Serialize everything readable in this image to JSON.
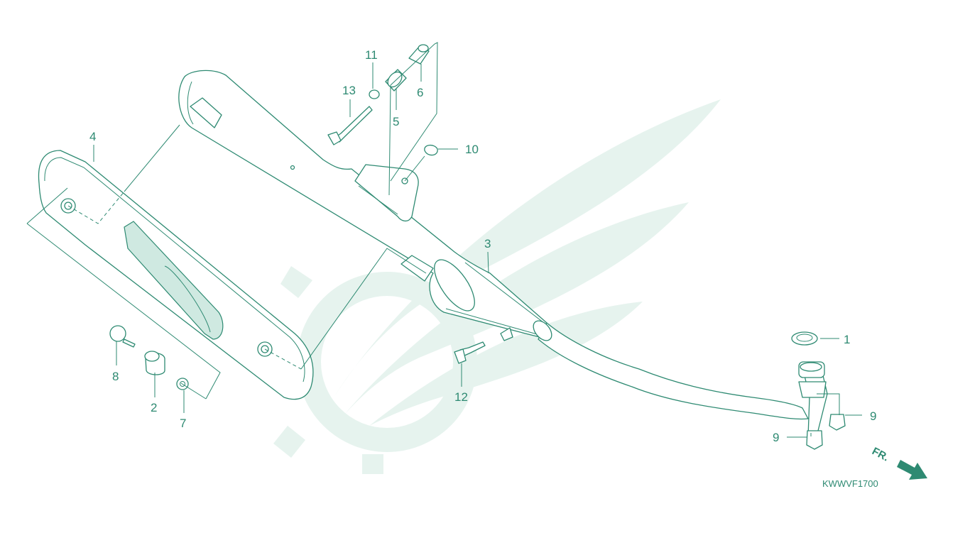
{
  "diagram": {
    "code": "KWWVF1700",
    "direction_label": "FR.",
    "colors": {
      "line": "#2e8a72",
      "watermark": "#e6f3ee",
      "background": "#ffffff"
    },
    "callouts": [
      {
        "id": "c1",
        "label": "1"
      },
      {
        "id": "c2",
        "label": "2"
      },
      {
        "id": "c3",
        "label": "3"
      },
      {
        "id": "c4",
        "label": "4"
      },
      {
        "id": "c5",
        "label": "5"
      },
      {
        "id": "c6",
        "label": "6"
      },
      {
        "id": "c7",
        "label": "7"
      },
      {
        "id": "c8",
        "label": "8"
      },
      {
        "id": "c9a",
        "label": "9"
      },
      {
        "id": "c9b",
        "label": "9"
      },
      {
        "id": "c10",
        "label": "10"
      },
      {
        "id": "c11",
        "label": "11"
      },
      {
        "id": "c12",
        "label": "12"
      },
      {
        "id": "c13",
        "label": "13"
      }
    ]
  }
}
